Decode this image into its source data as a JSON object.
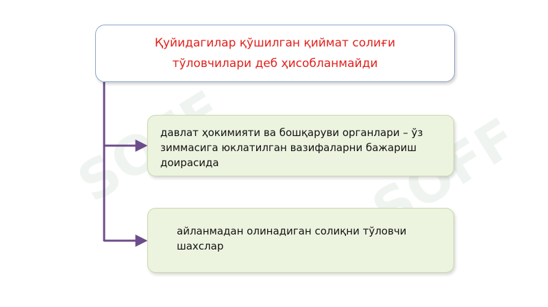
{
  "title": {
    "lines": [
      "Қуйидагилар қўшилган қиймат солиғи",
      "тўловчилари деб ҳисобланмайди"
    ]
  },
  "items": [
    {
      "lines": [
        "давлат ҳокимияти ва бошқаруви органлари – ўз",
        "зиммасига юклатилган вазифаларни бажариш",
        "доирасида"
      ]
    },
    {
      "lines": [
        "айланмадан олинадиган солиқни тўловчи",
        "шахслар"
      ]
    }
  ],
  "colors": {
    "title_text": "#e0201b",
    "connector": "#6d4c8a",
    "item_fill": "#ecf3df",
    "title_border": "#8aa3c8"
  },
  "watermark": {
    "text": "SOFF"
  }
}
